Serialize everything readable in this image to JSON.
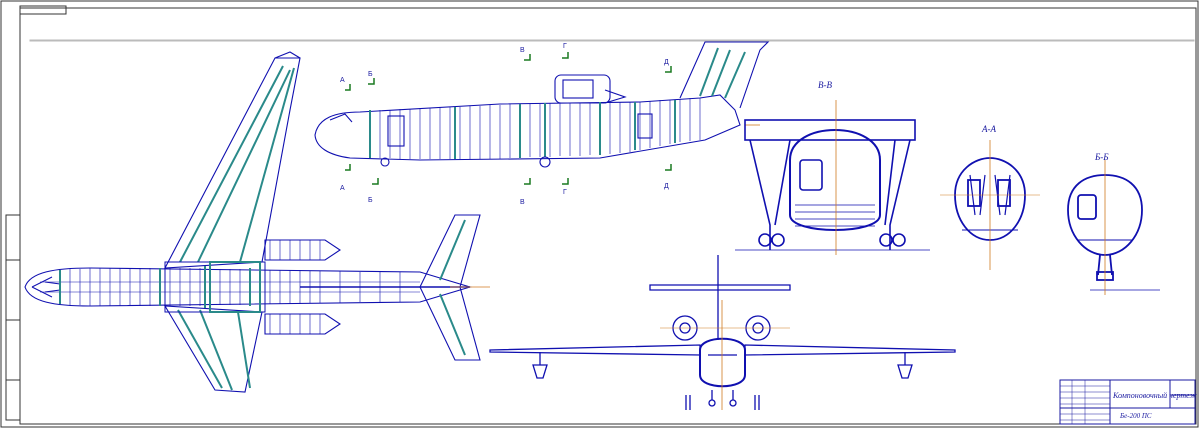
{
  "drawing": {
    "section_labels": {
      "v_v": "В-В",
      "a_a": "А-А",
      "b_b": "Б-Б"
    },
    "cut_letters": {
      "a_top": "А",
      "a_bottom": "А",
      "b_top": "Б",
      "b_bottom": "Б",
      "v_top": "В",
      "v_bottom": "В",
      "g_top": "Г",
      "g_bottom": "Г",
      "d_top": "Д",
      "d_bottom": "Д"
    },
    "title_block": {
      "title": "Компоновочный чертеж",
      "code": "Бе-200 ПС"
    },
    "colors": {
      "line": "#1010b0",
      "hatch": "#2a8a8a",
      "axis": "#d07a20",
      "frame": "#333333"
    }
  }
}
